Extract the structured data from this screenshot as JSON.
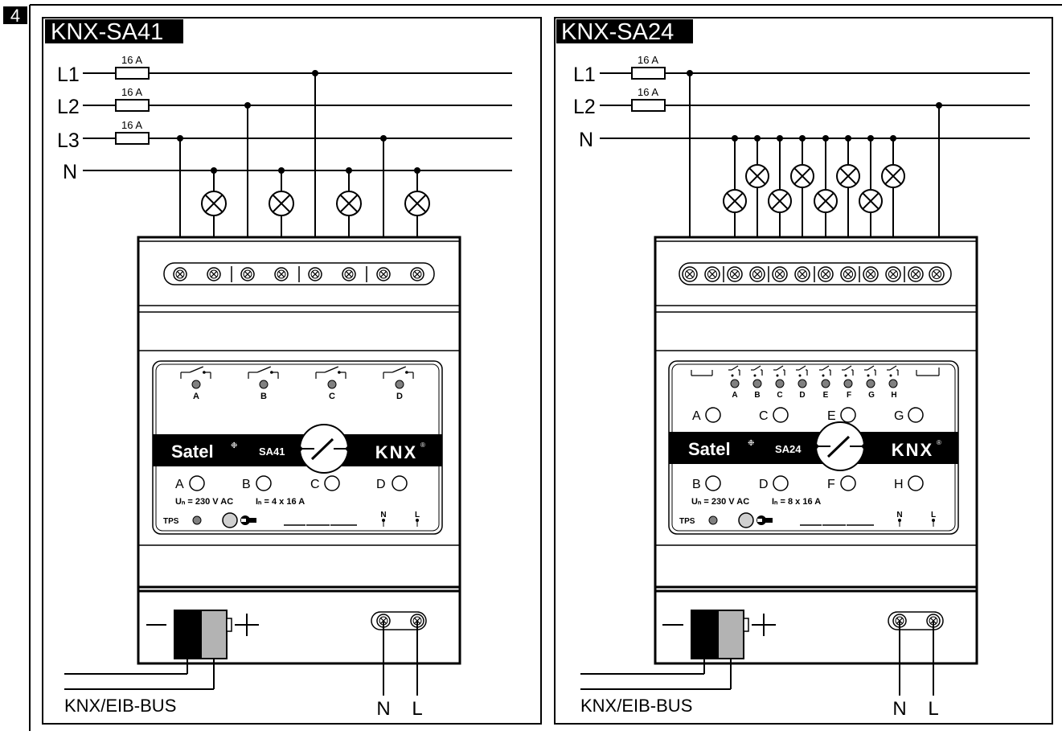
{
  "figure_number": "4",
  "panels": [
    {
      "title": "KNX-SA41",
      "supply_lines": [
        "L1",
        "L2",
        "L3",
        "N"
      ],
      "fuse_rating": "16 A",
      "brand": "Satel",
      "model": "SA41",
      "knx_logo": "KNX",
      "relay_letters": [
        "A",
        "B",
        "C",
        "D"
      ],
      "buttons_bottom": [
        "A",
        "B",
        "C",
        "D"
      ],
      "un_label": "Uₙ = 230 V AC",
      "in_label": "Iₙ = 4 x 16 A",
      "tps_label": "TPS",
      "power_terminals": [
        "N",
        "L"
      ],
      "bus_label": "KNX/EIB-BUS",
      "bottom_terminals": [
        "N",
        "L"
      ]
    },
    {
      "title": "KNX-SA24",
      "supply_lines": [
        "L1",
        "L2",
        "N"
      ],
      "fuse_rating": "16 A",
      "brand": "Satel",
      "model": "SA24",
      "knx_logo": "KNX",
      "relay_letters": [
        "A",
        "B",
        "C",
        "D",
        "E",
        "F",
        "G",
        "H"
      ],
      "buttons_top": [
        "A",
        "C",
        "E",
        "G"
      ],
      "buttons_bottom": [
        "B",
        "D",
        "F",
        "H"
      ],
      "un_label": "Uₙ = 230 V AC",
      "in_label": "Iₙ = 8 x 16 A",
      "tps_label": "TPS",
      "power_terminals": [
        "N",
        "L"
      ],
      "bus_label": "KNX/EIB-BUS",
      "bottom_terminals": [
        "N",
        "L"
      ]
    }
  ]
}
